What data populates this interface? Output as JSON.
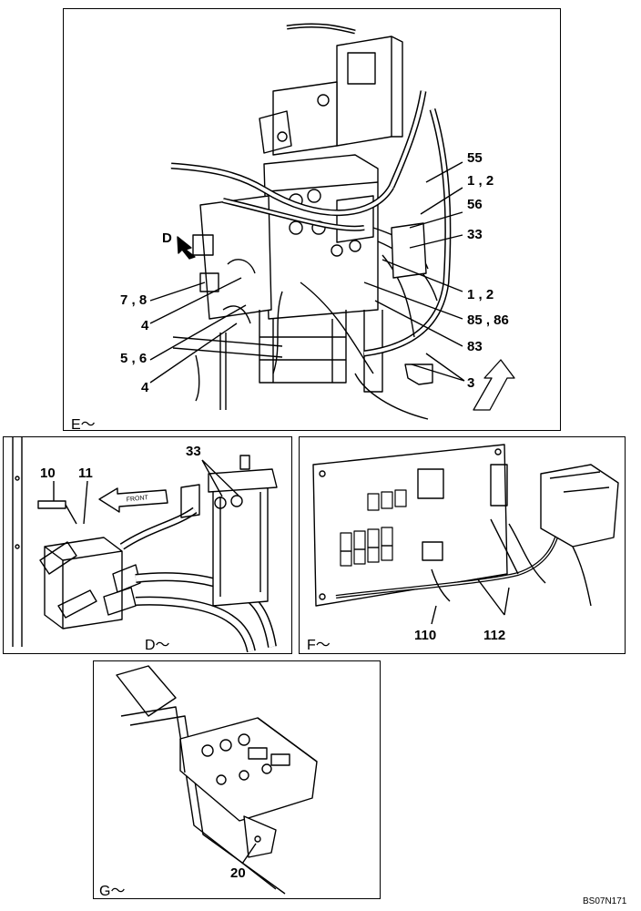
{
  "views": {
    "e": {
      "label": "E～",
      "callouts": {
        "c55": "55",
        "c1_2_top": "1 , 2",
        "c56": "56",
        "c33": "33",
        "c1_2_bot": "1 , 2",
        "c85_86": "85 , 86",
        "c83": "83",
        "c3": "3",
        "c7_8": "7 , 8",
        "c4_top": "4",
        "c5_6": "5 , 6",
        "c4_bot": "4",
        "d_arrow": "D"
      }
    },
    "d": {
      "label": "D～",
      "callouts": {
        "c10": "10",
        "c11": "11",
        "c33": "33"
      },
      "front_tag": "FRONT"
    },
    "f": {
      "label": "F～",
      "callouts": {
        "c110": "110",
        "c112": "112"
      }
    },
    "g": {
      "label": "G～",
      "callouts": {
        "c20": "20"
      }
    }
  },
  "drawing_code": "BS07N171"
}
